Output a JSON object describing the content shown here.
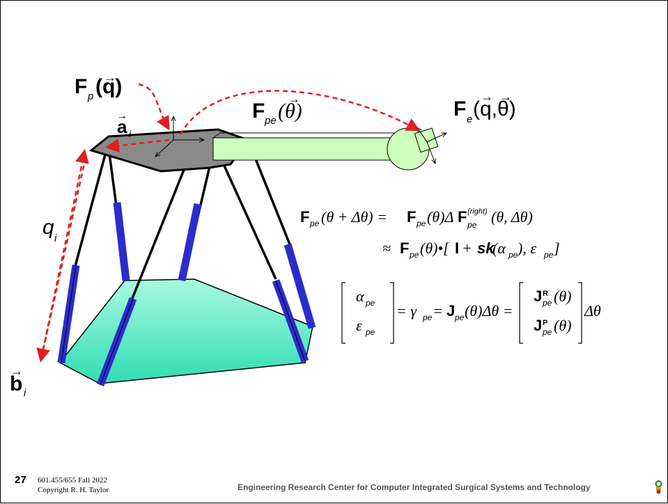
{
  "labels": {
    "Fp": {
      "main": "F",
      "sub": "p",
      "arg": "(q)"
    },
    "Fpe": {
      "main": "F",
      "sub": "pe",
      "arg": "(θ)"
    },
    "Fe": {
      "main": "F",
      "sub": "e",
      "arg": "(q,θ)"
    },
    "a": {
      "main": "a",
      "sub": "i"
    },
    "q": {
      "main": "q",
      "sub": "i"
    },
    "b": {
      "main": "b",
      "sub": "i"
    }
  },
  "equations": {
    "eq1": "F_pe(θ + Δθ) = F_pe(θ) ΔF_pe^(right)(θ, Δθ)",
    "eq2": "≈ F_pe(θ)•[I + sk(α_pe), ε_pe]",
    "eq3": "[α_pe ; ε_pe] = γ_pe = J_pe(θ)Δθ = [J_pe^R(θ) ; J_pe^P(θ)] Δθ"
  },
  "footer": {
    "slide_number": "27",
    "course": "601.455/655 Fall 2022",
    "copyright": "Copyright R. H. Taylor",
    "center": "Engineering Research Center for Computer Integrated Surgical Systems and Technology"
  },
  "colors": {
    "platform": "#808080",
    "base": "#40e8c0",
    "actuator": "#2c2ccc",
    "arm": "#ccffbb",
    "dashed": "#e02020"
  }
}
